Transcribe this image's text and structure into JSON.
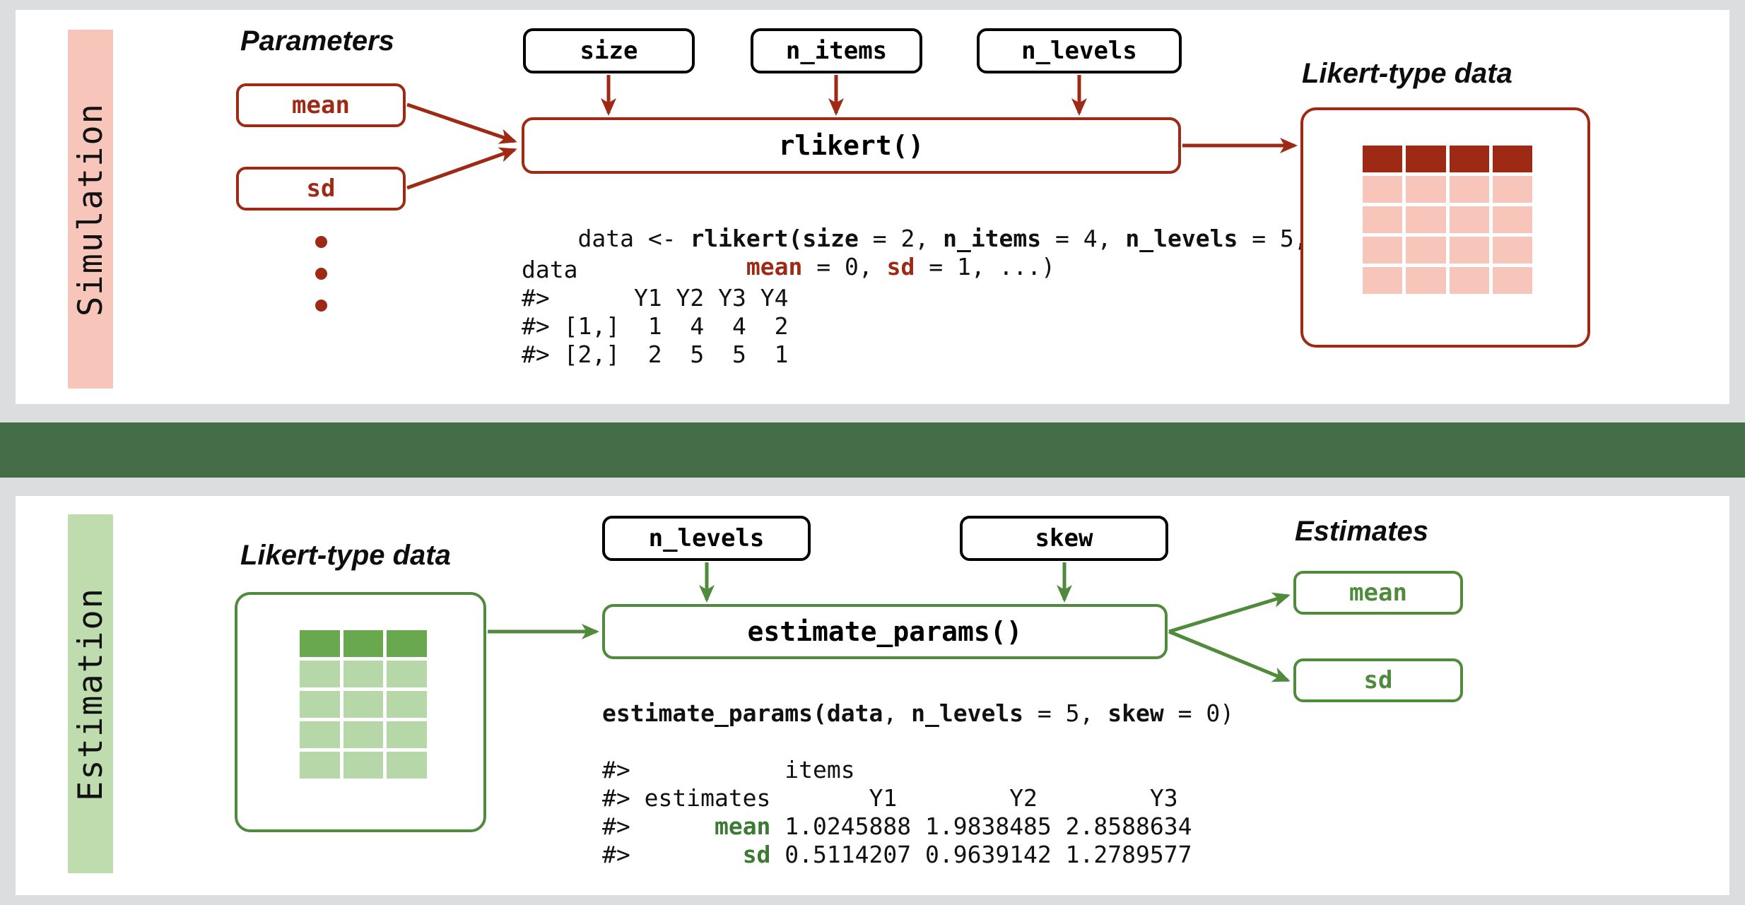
{
  "figure": {
    "divider_color": "#456d47",
    "background": "#dcdddf"
  },
  "simulation": {
    "stage_label": "Simulation",
    "stage_label_color": "#f7c5b9",
    "accent_color": "#9e2a16",
    "parameters_heading": "Parameters",
    "parameter_boxes": [
      {
        "label": "mean"
      },
      {
        "label": "sd"
      }
    ],
    "ellipsis": "• • •",
    "argument_boxes": [
      {
        "label": "size"
      },
      {
        "label": "n_items"
      },
      {
        "label": "n_levels"
      }
    ],
    "function_label": "rlikert()",
    "output_heading": "Likert-type data",
    "code": {
      "line1_a": "data <- ",
      "line1_b": "rlikert(size",
      "line1_c": " = 2, ",
      "line1_d": "n_items",
      "line1_e": " = 4, ",
      "line1_f": "n_levels",
      "line1_g": " = 5,",
      "line2_indent": "                ",
      "line2_a": "mean",
      "line2_b": " = 0, ",
      "line2_c": "sd",
      "line2_d": " = 1, ...)",
      "line3": "data",
      "line4": "#>      Y1 Y2 Y3 Y4",
      "line5": "#> [1,]  1  4  4  2",
      "line6": "#> [2,]  2  5  5  1"
    },
    "data_grid": {
      "columns": 4,
      "rows": 5,
      "header_color": "#9e2a16",
      "body_color": "#f7c5b9"
    }
  },
  "estimation": {
    "stage_label": "Estimation",
    "stage_label_color": "#bfdcae",
    "accent_color": "#4f8a3d",
    "input_heading": "Likert-type data",
    "argument_boxes": [
      {
        "label": "n_levels"
      },
      {
        "label": "skew"
      }
    ],
    "function_label": "estimate_params()",
    "output_heading": "Estimates",
    "estimate_boxes": [
      {
        "label": "mean"
      },
      {
        "label": "sd"
      }
    ],
    "code": {
      "call_a": "estimate_params(data",
      "call_b": ", ",
      "call_c": "n_levels",
      "call_d": " = 5, ",
      "call_e": "skew",
      "call_f": " = 0)",
      "line_items": "#>           items",
      "line_header": "#> estimates       Y1        Y2        Y3",
      "line_mean_prefix": "#>      ",
      "line_mean_kw": "mean",
      "line_mean_vals": " 1.0245888 1.9838485 2.8588634",
      "line_sd_prefix": "#>        ",
      "line_sd_kw": "sd",
      "line_sd_vals": " 0.5114207 0.9639142 1.2789577"
    },
    "data_grid": {
      "columns": 3,
      "rows": 5,
      "header_color": "#6aa84f",
      "body_color": "#b6d7a8"
    }
  }
}
